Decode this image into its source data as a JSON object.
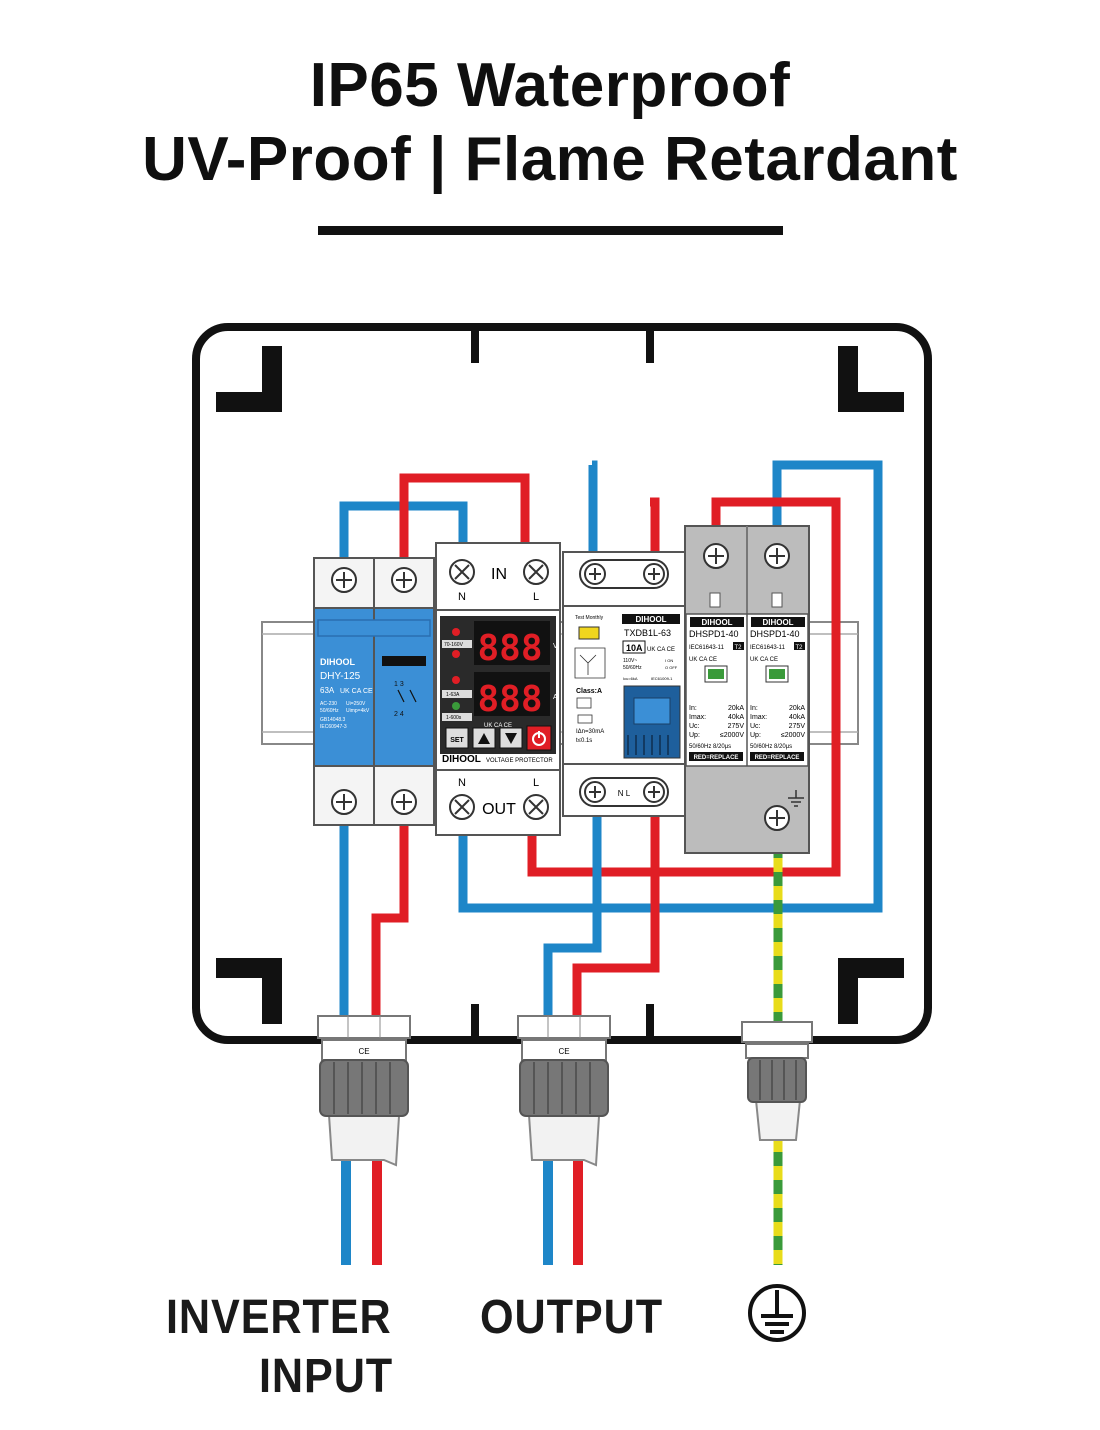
{
  "title": {
    "line1": "IP65 Waterproof",
    "line2": "UV-Proof | Flame Retardant"
  },
  "labels": {
    "inverter_line1": "INVERTER",
    "inverter_line2": "INPUT",
    "output": "OUTPUT",
    "ground_icon": "ground-symbol-icon"
  },
  "colors": {
    "live": "#e01e25",
    "neutral": "#1e86c8",
    "earth_green": "#3a9a3a",
    "earth_yellow": "#e8dc1a",
    "breaker_blue": "#3b8fd6",
    "device_gray": "#bcbcbc"
  },
  "components": {
    "breaker": {
      "brand": "DIHOOL",
      "model": "DHY-125",
      "rating": "63A",
      "spec1": "AC-230",
      "spec2": "50/60Hz",
      "spec3": "Ui=250V",
      "spec4": "Uimp=4kV",
      "std1": "GB14048.3",
      "std2": "IEC60947-3",
      "poles_top": "1  3",
      "poles_bottom": "2  4"
    },
    "voltage_protector": {
      "top_label": "IN",
      "top_n": "N",
      "top_l": "L",
      "display_top": "888",
      "display_bottom": "888",
      "unit_v": "V",
      "unit_a": "A",
      "range_v": "70-160V",
      "range_a": "1-63A",
      "range_t": "1-600s",
      "set_button": "SET",
      "brand": "DIHOOL",
      "product": "VOLTAGE PROTECTOR",
      "bottom_label": "OUT",
      "bottom_n": "N",
      "bottom_l": "L"
    },
    "rcbo": {
      "test": "Test Monthly",
      "brand": "DIHOOL",
      "model": "TXDB1L-63",
      "rating": "10A",
      "voltage": "110V~",
      "freq": "50/60Hz",
      "on": "I ON",
      "off": "O OFF",
      "icu": "Icu=6kA",
      "std": "IEC61009-1",
      "class": "Class:A",
      "idn": "IΔn=30mA",
      "time": "t≤0.1s",
      "bottom": "N L"
    },
    "spd": [
      {
        "brand": "DIHOOL",
        "model": "DHSPD1-40",
        "std": "IEC61643-11",
        "type": "T2",
        "in_label": "In:",
        "in_val": "20kA",
        "imax_label": "Imax:",
        "imax_val": "40kA",
        "uc_label": "Uc:",
        "uc_val": "275V",
        "up_label": "Up:",
        "up_val": "≤2000V",
        "freq": "50/60Hz 8/20μs",
        "replace": "RED=REPLACE"
      },
      {
        "brand": "DIHOOL",
        "model": "DHSPD1-40",
        "std": "IEC61643-11",
        "type": "T2",
        "in_label": "In:",
        "in_val": "20kA",
        "imax_label": "Imax:",
        "imax_val": "40kA",
        "uc_label": "Uc:",
        "uc_val": "275V",
        "up_label": "Up:",
        "up_val": "≤2000V",
        "freq": "50/60Hz 8/20μs",
        "replace": "RED=REPLACE"
      }
    ],
    "cert_marks": "UK CA  CE"
  }
}
